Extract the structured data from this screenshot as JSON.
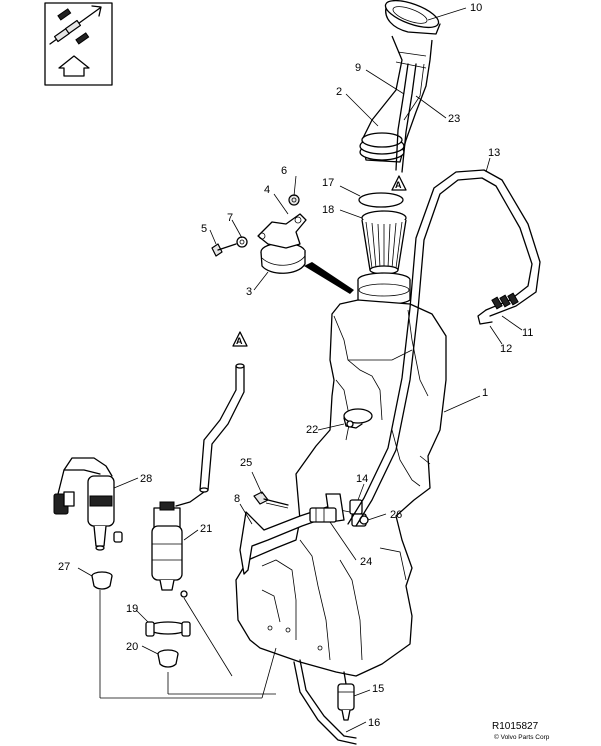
{
  "callouts": {
    "c1": "1",
    "c2": "2",
    "c3": "3",
    "c4": "4",
    "c5": "5",
    "c6": "6",
    "c7": "7",
    "c8": "8",
    "c9": "9",
    "c10": "10",
    "c11": "11",
    "c12": "12",
    "c13": "13",
    "c14": "14",
    "c15": "15",
    "c16": "16",
    "c17": "17",
    "c18": "18",
    "c19": "19",
    "c20": "20",
    "c21": "21",
    "c22": "22",
    "c23": "23",
    "c24": "24",
    "c25": "25",
    "c26": "26",
    "c27": "27",
    "c28": "28"
  },
  "connection_marker": "A",
  "reference_code": "R1015827",
  "copyright": "© Volvo Parts Corp"
}
